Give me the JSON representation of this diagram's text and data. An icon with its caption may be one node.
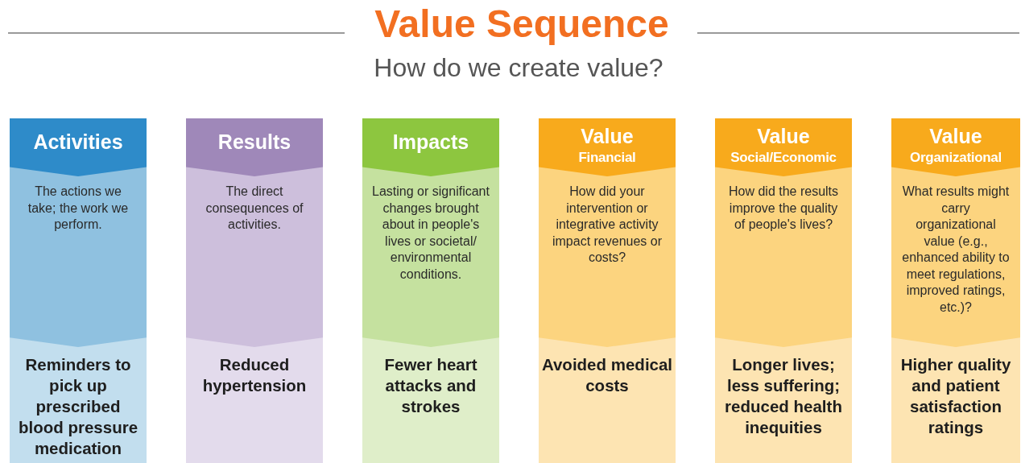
{
  "diagram": {
    "title": "Value Sequence",
    "nodes": [
      {
        "text": [
          "Activities",
          "The actions we take; the work we perform.",
          "Reminders to pick up prescribed blood pressure medication"
        ]
      },
      {
        "text": [
          "Results",
          "The direct consequences of activities.",
          "Reduced hypertension"
        ]
      },
      {
        "text": [
          "Impacts",
          "Lasting or significant changes brought about in people's lives or societal/ environmental conditions.",
          "Fewer heart attacks and strokes"
        ]
      },
      {
        "text": [
          "Value",
          "Financial",
          "How did your intervention or integrative activity impact revenues or costs?",
          "Avoided medical costs"
        ]
      },
      {
        "text": [
          "Value",
          "Social/Economic",
          "How did the results improve the quality of people's lives?",
          "Longer lives; less suffering; reduced health inequities"
        ]
      },
      {
        "text": [
          "Value",
          "Organizational",
          "What results might carry organizational value (e.g., enhanced ability to meet regulations, improved ratings, etc.)?",
          "Higher quality and patient satisfaction ratings"
        ]
      }
    ],
    "labels": [
      "How do we create value?"
    ]
  }
}
